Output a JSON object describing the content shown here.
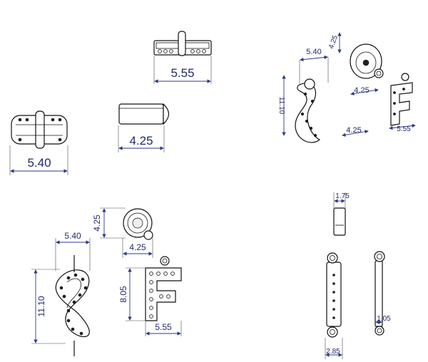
{
  "dimensions": {
    "top_bar_width": "5.55",
    "left_clasp_width": "5.40",
    "side_clasp_width": "4.25",
    "iso_width_a": "5.40",
    "iso_height": "11.10",
    "iso_ring_height": "4.25",
    "iso_ring_width": "4.25",
    "iso_letter_width": "5.55",
    "iso_small_4": "4.25",
    "ring_height": "4.25",
    "ring_width": "4.25",
    "infinity_width": "5.40",
    "infinity_height": "11.10",
    "letter_height": "8.05",
    "letter_width": "5.55",
    "pin_width": "1.75",
    "pin_body_width": "2.85",
    "pin_side_width": "1.05"
  }
}
